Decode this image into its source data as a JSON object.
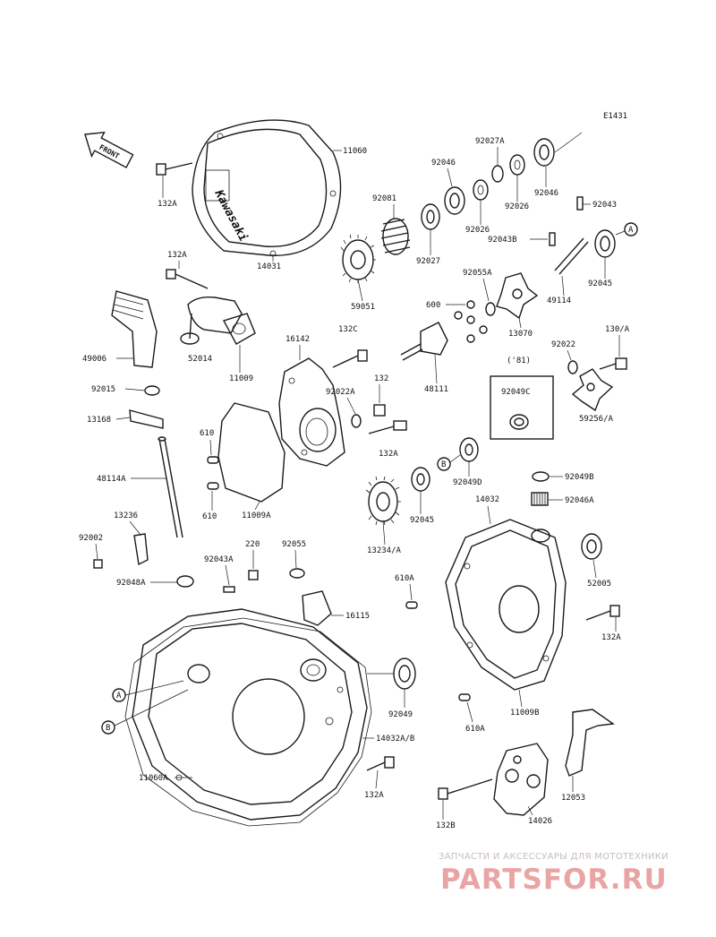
{
  "diagram_code": "E1431",
  "front_label": "FRONT",
  "logo_text": "Kawasaki",
  "year_note": "('81)",
  "callouts": {
    "A": "A",
    "B": "B"
  },
  "labels": {
    "p11060": "11060",
    "p132A_1": "132A",
    "p14031": "14031",
    "p132A_2": "132A",
    "p49006": "49006",
    "p52014": "52014",
    "p11009": "11009",
    "p16142": "16142",
    "p132C": "132C",
    "p92015": "92015",
    "p13168": "13168",
    "p610_1": "610",
    "p610_2": "610",
    "p11009A": "11009A",
    "p92022A": "92022A",
    "p132": "132",
    "p132A_3": "132A",
    "p48114A": "48114A",
    "p13236": "13236",
    "p92002": "92002",
    "p92048A": "92048A",
    "p92043A": "92043A",
    "p220": "220",
    "p92055": "92055",
    "p16115": "16115",
    "p92027A": "92027A",
    "p92046_1": "92046",
    "p92081": "92081",
    "p92026_1": "92026",
    "p92026_2": "92026",
    "p92046_2": "92046",
    "p92043": "92043",
    "p92043B": "92043B",
    "p92027": "92027",
    "p59051": "59051",
    "p92055A": "92055A",
    "p600": "600",
    "p92045_1": "92045",
    "p49114": "49114",
    "p13070": "13070",
    "p48111": "48111",
    "p92022": "92022",
    "p130A": "130/A",
    "p92049C": "92049C",
    "p59256A": "59256/A",
    "p92049D": "92049D",
    "p92045_2": "92045",
    "p13234A": "13234/A",
    "p14032": "14032",
    "p92049B": "92049B",
    "p92046A": "92046A",
    "p52005": "52005",
    "p610A_1": "610A",
    "p132A_4": "132A",
    "p92049": "92049",
    "p610A_2": "610A",
    "p11009B": "11009B",
    "p14032AB": "14032A/B",
    "p11060A": "11060A",
    "p132A_5": "132A",
    "p12053": "12053",
    "p132B": "132B",
    "p14026": "14026"
  },
  "watermark": {
    "line": "ЗАПЧАСТИ И АКСЕССУАРЫ ДЛЯ МОТОТЕХНИКИ",
    "logo": "PARTSFOR.RU"
  }
}
